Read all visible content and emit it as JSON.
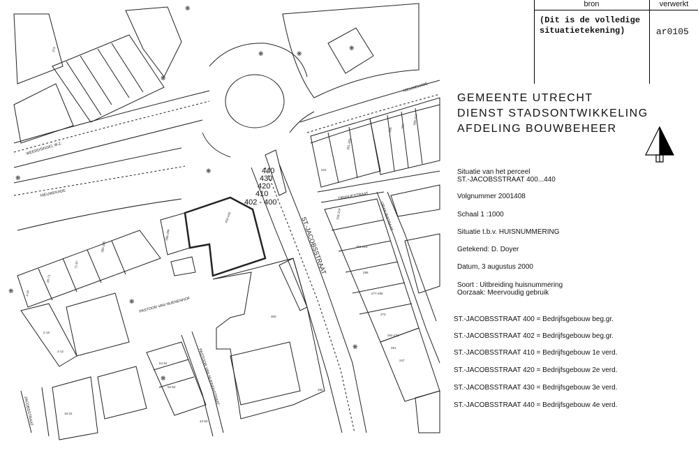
{
  "stamp": {
    "col1_header": "bron",
    "col2_header": "verwerkt",
    "source_text": "(Dit is de volledige\nsituatietekening)",
    "processed_code": "ar0105"
  },
  "organization": {
    "line1": "GEMEENTE  UTRECHT",
    "line2": "DIENST STADSONTWIKKELING",
    "line3": "AFDELING BOUWBEHEER"
  },
  "details": {
    "situation_line1": "Situatie van het perceel",
    "situation_line2": "ST.-JACOBSSTRAAT 400...440",
    "volgnummer": "Volgnummer 2001408",
    "schaal": "Schaal 1 :1000",
    "purpose": "Situatie t.b.v. HUISNUMMERING",
    "drawn_by": "Getekend: D. Doyer",
    "date": "Datum, 3 augustus 2000",
    "soort": "Soort : Uitbreiding huisnummering",
    "oorzaak": "Oorzaak: Meervoudig gebruik"
  },
  "legend": [
    "ST.-JACOBSSTRAAT 400 = Bedrijfsgebouw beg.gr.",
    "ST.-JACOBSSTRAAT 402 = Bedrijfsgebouw beg.gr.",
    "ST.-JACOBSSTRAAT 410 = Bedrijfsgebouw 1e verd.",
    "ST.-JACOBSSTRAAT 420 = Bedrijfsgebouw 2e verd.",
    "ST.-JACOBSSTRAAT 430 = Bedrijfsgebouw 3e verd.",
    "ST.-JACOBSSTRAAT 440 = Bedrijfsgebouw 4e verd."
  ],
  "map_labels": {
    "st_jacobsstraat": "ST.-JACOBSSTRAAT",
    "weerdsingel": "WEERDSINGEL W.Z.",
    "nieuwekade_left": "NIEUWEKADE",
    "nieuwekade_right": "NIEUWEKADE",
    "oranjestraat": "ORANJESTRAAT",
    "oranjestraat_vertical": "ORANJESTRAAT",
    "pastoor_hof": "PASTOOR VAN NUENENHOF",
    "pastoor_straat": "PASTOOR VAN NUENENSTRAAT",
    "jacobsstraat_left": "JACOBSSTRAAT",
    "num_440": "440",
    "num_430": "430",
    "num_420": "420",
    "num_410": "410",
    "num_402_400": "402 - 400",
    "parcel_label": "400-440",
    "n300": "300",
    "n296": "296",
    "n331": "331",
    "n316": "316-314",
    "n301": "301-318",
    "n298": "298",
    "n277": "277-295",
    "n273": "273",
    "n254": "254-271",
    "n251": "251",
    "n247": "247",
    "n2_18": "2-18",
    "n2_12": "2-12",
    "n18_32": "18-32",
    "n64_84": "64-84",
    "n52_62": "52-62",
    "n42_50": "42-50",
    "n386": "386-394",
    "n380": "380-385",
    "n71_87": "71-87",
    "n65_71": "65-71",
    "n4_10": "4-10",
    "n374": "374",
    "n301b": "301-303",
    "n305": "305",
    "n307": "307",
    "n309": "309-313"
  }
}
